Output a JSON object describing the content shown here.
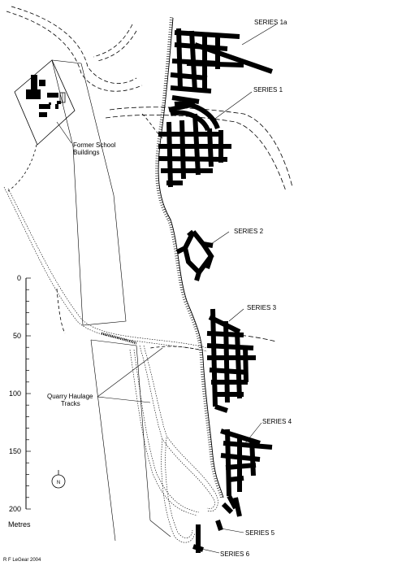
{
  "labels": {
    "series_1a": "SERIES 1a",
    "series_1": "SERIES 1",
    "series_2": "SERIES 2",
    "series_3": "SERIES 3",
    "series_4": "SERIES 4",
    "series_5": "SERIES 5",
    "series_6": "SERIES 6",
    "school_line1": "Former School",
    "school_line2": "Buildings",
    "haulage_line1": "Quarry Haulage",
    "haulage_line2": "Tracks",
    "credit": "R F LeGear 2004"
  },
  "scale_bar": {
    "ticks": [
      "0",
      "50",
      "100",
      "150",
      "200"
    ],
    "unit": "Metres"
  },
  "north_arrow": {
    "label": "N"
  }
}
